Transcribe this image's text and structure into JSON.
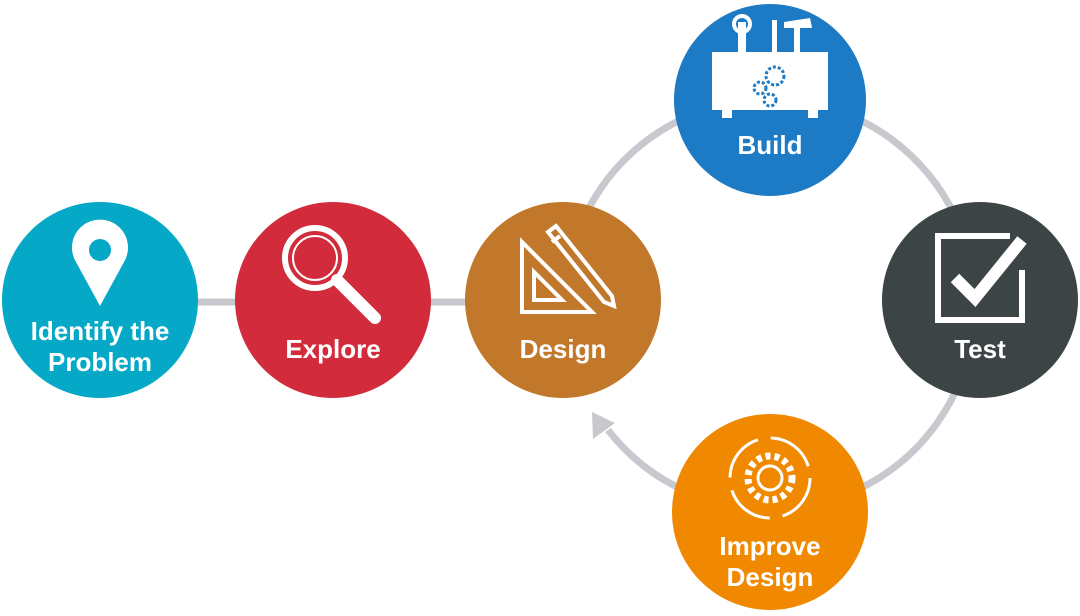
{
  "steps": [
    {
      "id": "identify",
      "label": "Identify the Problem",
      "line1": "Identify the",
      "line2": "Problem",
      "color": "#05a8c6",
      "icon": "map-pin-icon"
    },
    {
      "id": "explore",
      "label": "Explore",
      "color": "#d22b3b",
      "icon": "magnifier-icon"
    },
    {
      "id": "design",
      "label": "Design",
      "color": "#c2782a",
      "icon": "ruler-pencil-icon"
    },
    {
      "id": "build",
      "label": "Build",
      "color": "#1d7ac4",
      "icon": "toolbox-icon"
    },
    {
      "id": "test",
      "label": "Test",
      "color": "#3c4445",
      "icon": "checkbox-icon"
    },
    {
      "id": "improve",
      "label": "Improve Design",
      "line1": "Improve",
      "line2": "Design",
      "color": "#f08800",
      "icon": "gear-cycle-icon"
    }
  ],
  "connector_color": "#c8c9ce"
}
